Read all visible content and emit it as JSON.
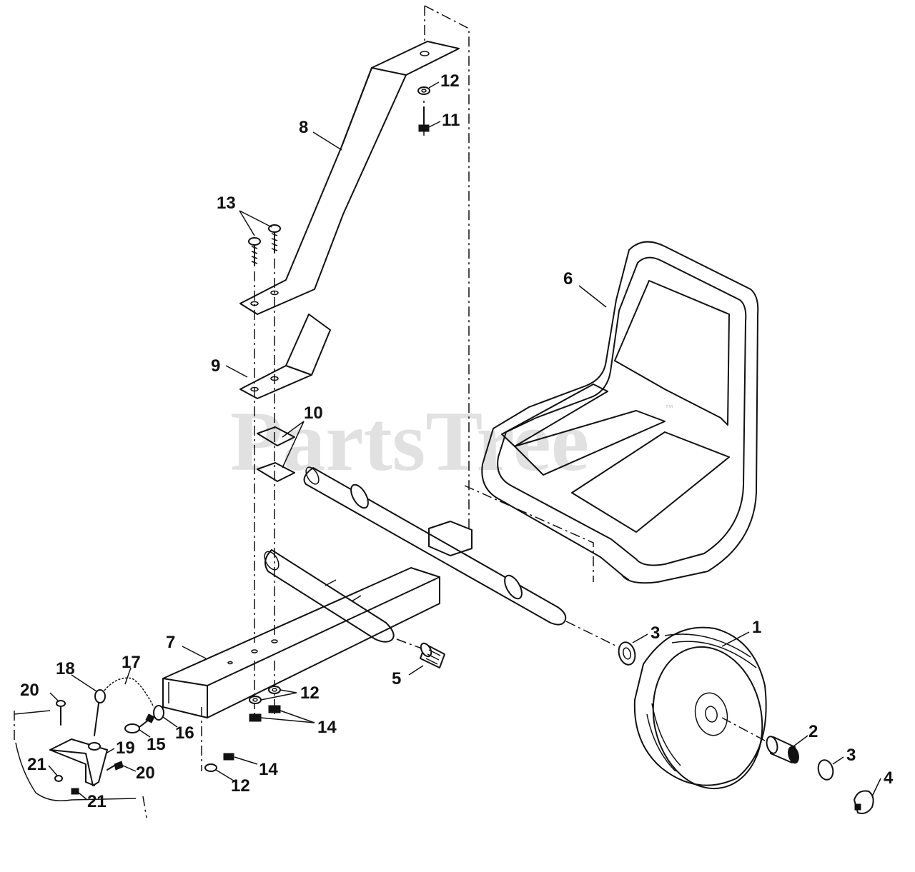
{
  "watermark": {
    "text": "PartsTree",
    "mark": "™"
  },
  "callouts": {
    "c1": "1",
    "c2": "2",
    "c3a": "3",
    "c3b": "3",
    "c4": "4",
    "c5": "5",
    "c6": "6",
    "c7": "7",
    "c8": "8",
    "c9": "9",
    "c10": "10",
    "c11": "11",
    "c12a": "12",
    "c12b": "12",
    "c12c": "12",
    "c13": "13",
    "c14a": "14",
    "c14b": "14",
    "c15": "15",
    "c16": "16",
    "c17": "17",
    "c18": "18",
    "c19": "19",
    "c20a": "20",
    "c20b": "20",
    "c21a": "21",
    "c21b": "21"
  }
}
